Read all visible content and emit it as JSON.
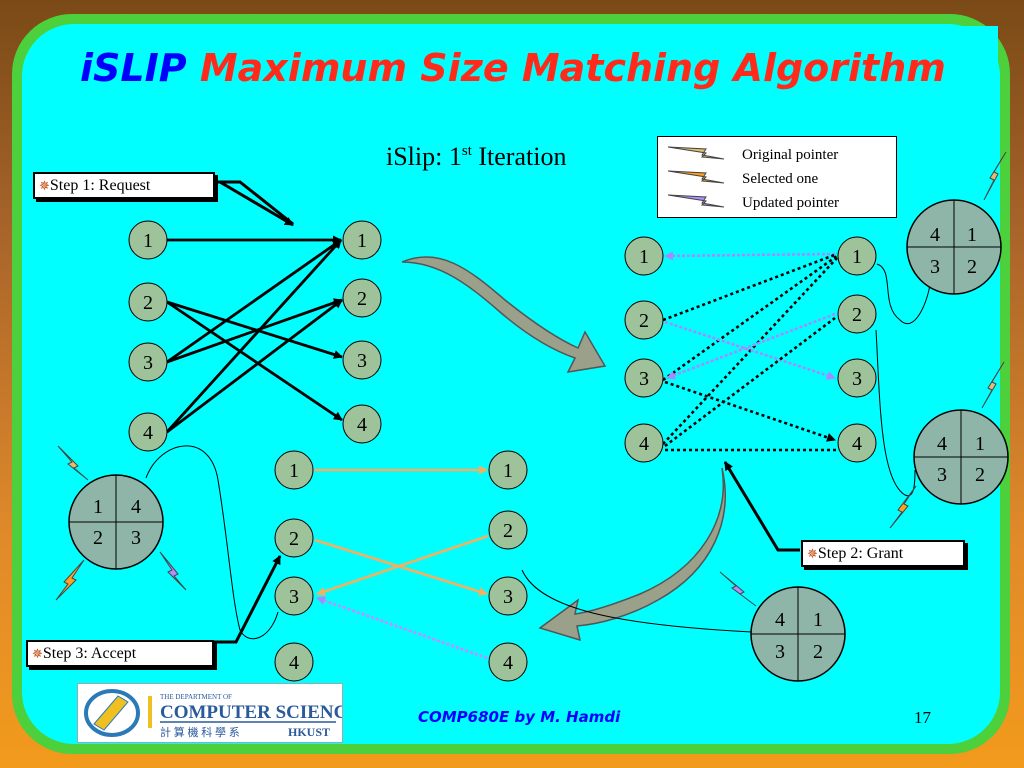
{
  "title": {
    "part1": "iSLIP",
    "part2": "Maximum Size Matching Algorithm"
  },
  "subtitle": {
    "main": "iSlip: 1",
    "sup": "st",
    "rest": " Iteration"
  },
  "legend": [
    {
      "label": "Original pointer",
      "color": "#e0c070"
    },
    {
      "label": "Selected one",
      "color": "#ffa020"
    },
    {
      "label": "Updated pointer",
      "color": "#b090ff"
    }
  ],
  "steps": {
    "request": "Step 1: Request",
    "grant": "Step 2: Grant",
    "accept": "Step 3: Accept"
  },
  "step_marker": "✵",
  "nodes": {
    "n1": "1",
    "n2": "2",
    "n3": "3",
    "n4": "4"
  },
  "pointer_wheels": {
    "input1": [
      "1",
      "4",
      "2",
      "3"
    ],
    "output": [
      "4",
      "1",
      "3",
      "2"
    ]
  },
  "colors": {
    "node_fill": "#9ec39a",
    "grant_arrow": "#a48bff",
    "accept_arrow": "#f2b060"
  },
  "logo": {
    "line1": "THE DEPARTMENT OF",
    "line2": "COMPUTER SCIENCE",
    "line3": "計 算 機 科 學 系",
    "line4": "HKUST"
  },
  "footer": "COMP680E by M. Hamdi",
  "page_number": "17"
}
